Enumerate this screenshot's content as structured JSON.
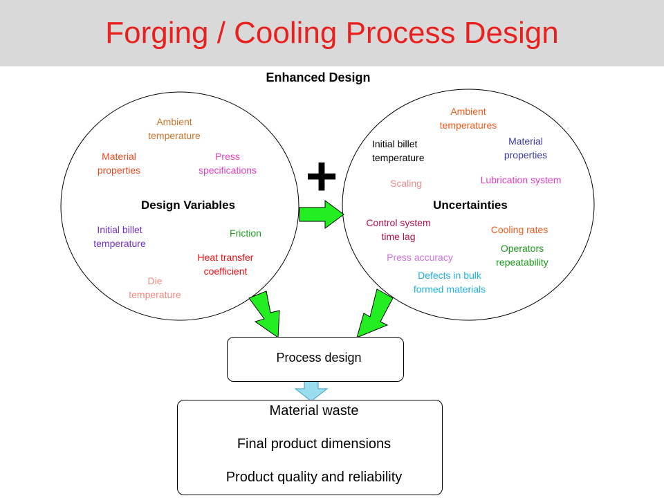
{
  "title": "Forging / Cooling Process Design",
  "subtitle": "Enhanced Design",
  "plus_sign": "+",
  "design_variables": {
    "heading": "Design Variables",
    "items": [
      {
        "text": "Ambient\ntemperature",
        "color": "#c8742a"
      },
      {
        "text": "Material\nproperties",
        "color": "#e34a20"
      },
      {
        "text": "Press\nspecifications",
        "color": "#e040c0"
      },
      {
        "text": "Initial billet\ntemperature",
        "color": "#7030d0"
      },
      {
        "text": "Friction",
        "color": "#20a020"
      },
      {
        "text": "Heat transfer\ncoefficient",
        "color": "#e81010"
      },
      {
        "text": "Die\ntemperature",
        "color": "#f08a80"
      }
    ]
  },
  "uncertainties": {
    "heading": "Uncertainties",
    "items": [
      {
        "text": "Ambient\ntemperatures",
        "color": "#ef5a1a"
      },
      {
        "text": "Initial billet\ntemperature",
        "color": "#000000"
      },
      {
        "text": "Material\nproperties",
        "color": "#3a3aa0"
      },
      {
        "text": "Scaling",
        "color": "#f08a90"
      },
      {
        "text": "Lubrication system",
        "color": "#e040c0"
      },
      {
        "text": "Control system\ntime lag",
        "color": "#b01050"
      },
      {
        "text": "Cooling rates",
        "color": "#ef5a1a"
      },
      {
        "text": "Operators\nrepeatability",
        "color": "#1a9a1a"
      },
      {
        "text": "Press accuracy",
        "color": "#d070e0"
      },
      {
        "text": "Defects in bulk\nformed materials",
        "color": "#20b0e0"
      }
    ]
  },
  "process_design": "Process design",
  "outcomes": [
    "Material waste",
    "Final product dimensions",
    "Product quality and reliability"
  ],
  "colors": {
    "title": "#e8201e",
    "header_bg": "#d9d9d9",
    "arrow_fill": "#22ee22",
    "down_arrow_fill": "#99ddee"
  }
}
